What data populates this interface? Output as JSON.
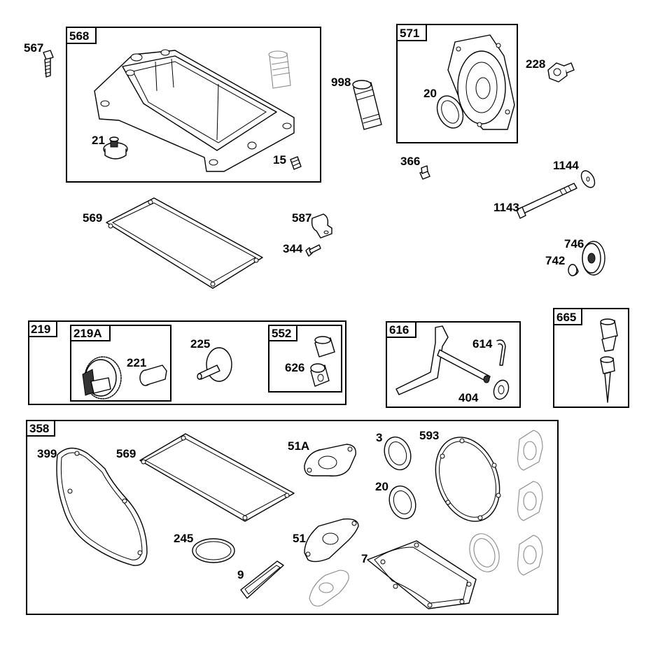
{
  "diagram": {
    "groups": [
      {
        "id": "568",
        "label": "568"
      },
      {
        "id": "571",
        "label": "571"
      },
      {
        "id": "219",
        "label": "219"
      },
      {
        "id": "219A",
        "label": "219A"
      },
      {
        "id": "552",
        "label": "552"
      },
      {
        "id": "616",
        "label": "616"
      },
      {
        "id": "665",
        "label": "665"
      },
      {
        "id": "358",
        "label": "358"
      }
    ],
    "part_labels": {
      "p567": "567",
      "p21": "21",
      "p15": "15",
      "p998": "998",
      "p20a": "20",
      "p228": "228",
      "p366": "366",
      "p1144": "1144",
      "p1143": "1143",
      "p746": "746",
      "p742": "742",
      "p569a": "569",
      "p587": "587",
      "p344": "344",
      "p221": "221",
      "p225": "225",
      "p626": "626",
      "p614": "614",
      "p404": "404",
      "p399": "399",
      "p569b": "569",
      "p51A": "51A",
      "p3": "3",
      "p593": "593",
      "p20b": "20",
      "p245": "245",
      "p51": "51",
      "p7": "7",
      "p9": "9"
    }
  }
}
